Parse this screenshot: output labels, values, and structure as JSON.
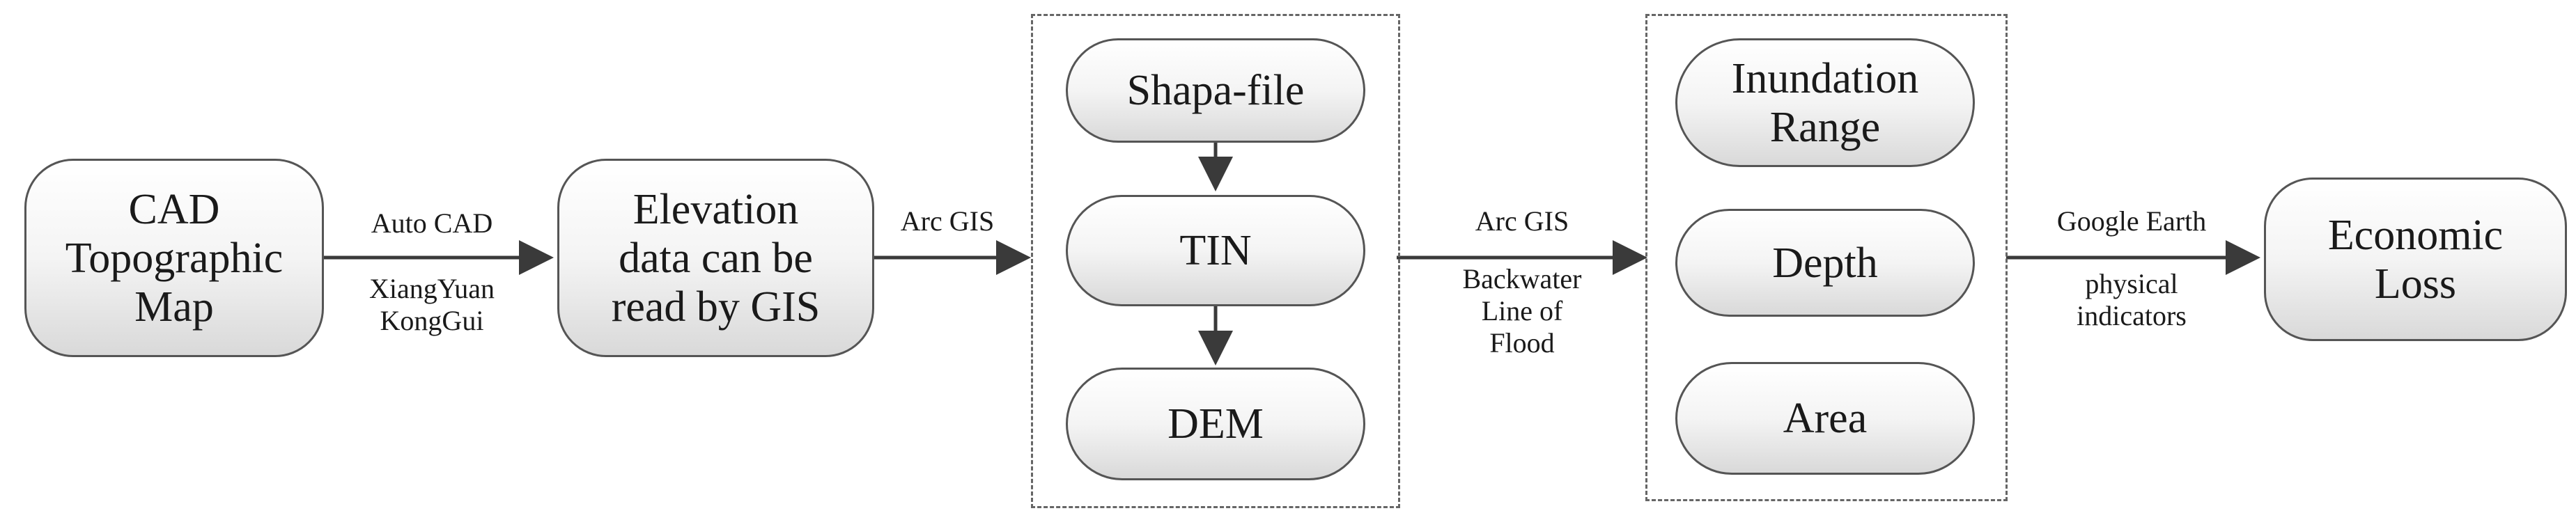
{
  "colors": {
    "stroke": "#555555",
    "arrow": "#3a3a3a",
    "node_top": "#ffffff",
    "node_bottom": "#d9d9d9",
    "text": "#1a1a1a"
  },
  "nodes": {
    "cad_map": {
      "lines": [
        "CAD",
        "Topographic",
        "Map"
      ]
    },
    "elevation": {
      "lines": [
        "Elevation",
        "data can be",
        "read by GIS"
      ]
    },
    "shape_file": {
      "label": "Shapa-file"
    },
    "tin": {
      "label": "TIN"
    },
    "dem": {
      "label": "DEM"
    },
    "inundation_range": {
      "lines": [
        "Inundation",
        "Range"
      ]
    },
    "depth": {
      "label": "Depth"
    },
    "area": {
      "label": "Area"
    },
    "economic_loss": {
      "lines": [
        "Economic",
        "Loss"
      ]
    }
  },
  "edges": {
    "cad_to_elevation": {
      "above": "Auto CAD",
      "below": [
        "XiangYuan",
        "KongGui"
      ]
    },
    "elevation_to_gis_group": {
      "above": "Arc GIS"
    },
    "gis_group_to_results": {
      "above": "Arc GIS",
      "below": [
        "Backwater",
        "Line of",
        "Flood"
      ]
    },
    "results_to_loss": {
      "above": "Google Earth",
      "below": [
        "physical",
        "indicators"
      ]
    }
  }
}
